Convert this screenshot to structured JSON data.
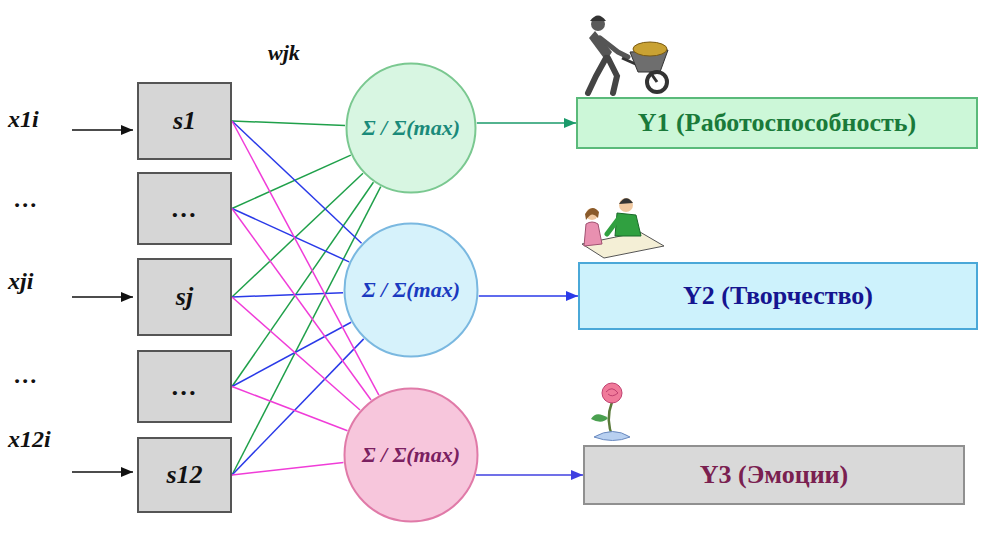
{
  "diagram": {
    "nodes": [
      {
        "text": [
          "s1"
        ]
      },
      {
        "text": [
          "…"
        ]
      },
      {
        "text": [
          "sj"
        ]
      },
      {
        "text": [
          "…"
        ]
      },
      {
        "text": [
          "s12"
        ]
      },
      {
        "text": [
          "Σ / Σ(max)"
        ]
      },
      {
        "text": [
          "Σ / Σ(max)"
        ]
      },
      {
        "text": [
          "Σ / Σ(max)"
        ]
      },
      {
        "text": [
          "Y1 (Работоспособность)"
        ]
      },
      {
        "text": [
          "Y2 (Творчество)"
        ]
      },
      {
        "text": [
          "Y3 (Эмоции)"
        ]
      }
    ],
    "edges": [
      {
        "from": 0,
        "to": 5,
        "arrow": "none"
      },
      {
        "from": 1,
        "to": 5,
        "arrow": "none"
      },
      {
        "from": 2,
        "to": 5,
        "arrow": "none"
      },
      {
        "from": 3,
        "to": 5,
        "arrow": "none"
      },
      {
        "from": 4,
        "to": 5,
        "arrow": "none"
      },
      {
        "from": 0,
        "to": 6,
        "arrow": "none"
      },
      {
        "from": 1,
        "to": 6,
        "arrow": "none"
      },
      {
        "from": 2,
        "to": 6,
        "arrow": "none"
      },
      {
        "from": 3,
        "to": 6,
        "arrow": "none"
      },
      {
        "from": 4,
        "to": 6,
        "arrow": "none"
      },
      {
        "from": 0,
        "to": 7,
        "arrow": "none"
      },
      {
        "from": 1,
        "to": 7,
        "arrow": "none"
      },
      {
        "from": 2,
        "to": 7,
        "arrow": "none"
      },
      {
        "from": 3,
        "to": 7,
        "arrow": "none"
      },
      {
        "from": 4,
        "to": 7,
        "arrow": "none"
      },
      {
        "from": 5,
        "to": 8,
        "arrow": "to"
      },
      {
        "from": 6,
        "to": 9,
        "arrow": "to"
      },
      {
        "from": 7,
        "to": 10,
        "arrow": "to"
      }
    ],
    "labels": [
      "wjk",
      "x1i",
      "…",
      "xji",
      "…",
      "x12i"
    ]
  }
}
